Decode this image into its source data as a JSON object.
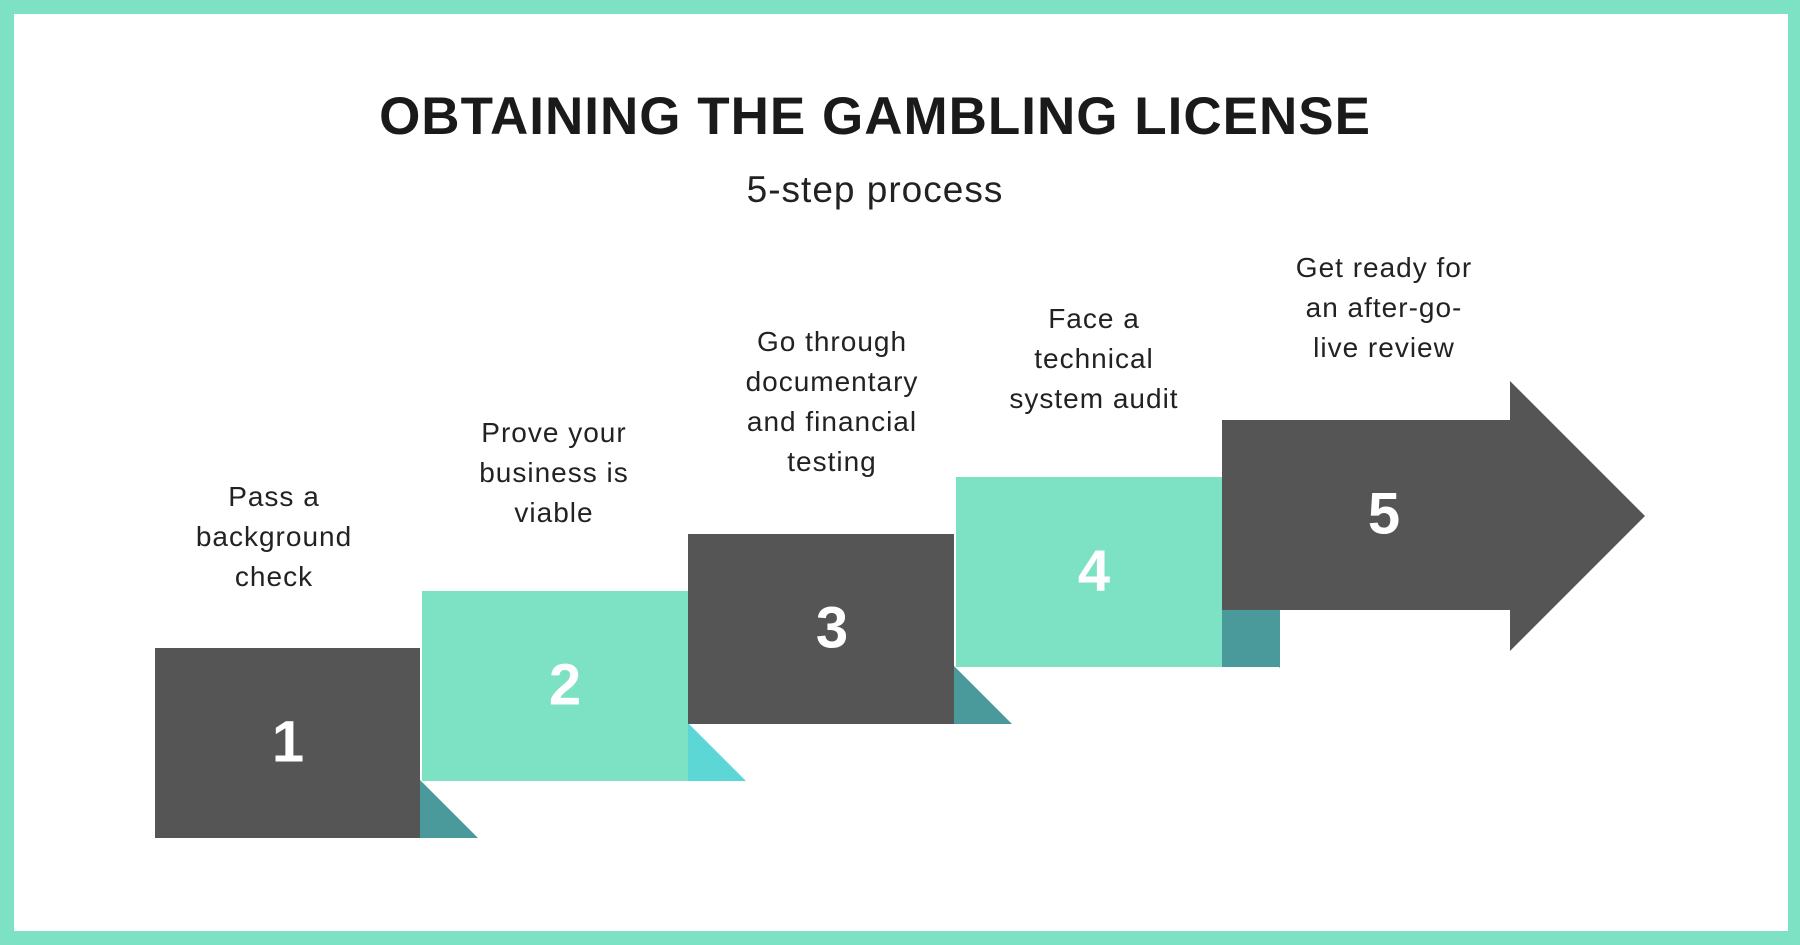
{
  "title": "OBTAINING THE GAMBLING LICENSE",
  "subtitle": "5-step process",
  "colors": {
    "border": "#7de1c3",
    "dark": "#555555",
    "mint": "#7de1c3",
    "fold_teal": "#4a9a9c",
    "fold_cyan": "#5dd6d6",
    "text": "#222222"
  },
  "steps": [
    {
      "number": "1",
      "label": "Pass a background check"
    },
    {
      "number": "2",
      "label": "Prove your business is viable"
    },
    {
      "number": "3",
      "label": "Go through documentary and financial testing"
    },
    {
      "number": "4",
      "label": "Face a technical system audit"
    },
    {
      "number": "5",
      "label": "Get ready for an after-go-live review"
    }
  ],
  "step_label_lines": [
    [
      "Pass a",
      "background",
      "check"
    ],
    [
      "Prove your",
      "business is",
      "viable"
    ],
    [
      "Go through",
      "documentary",
      "and financial",
      "testing"
    ],
    [
      "Face a",
      "technical",
      "system audit"
    ],
    [
      "Get ready for",
      "an after-go-",
      "live review"
    ]
  ]
}
